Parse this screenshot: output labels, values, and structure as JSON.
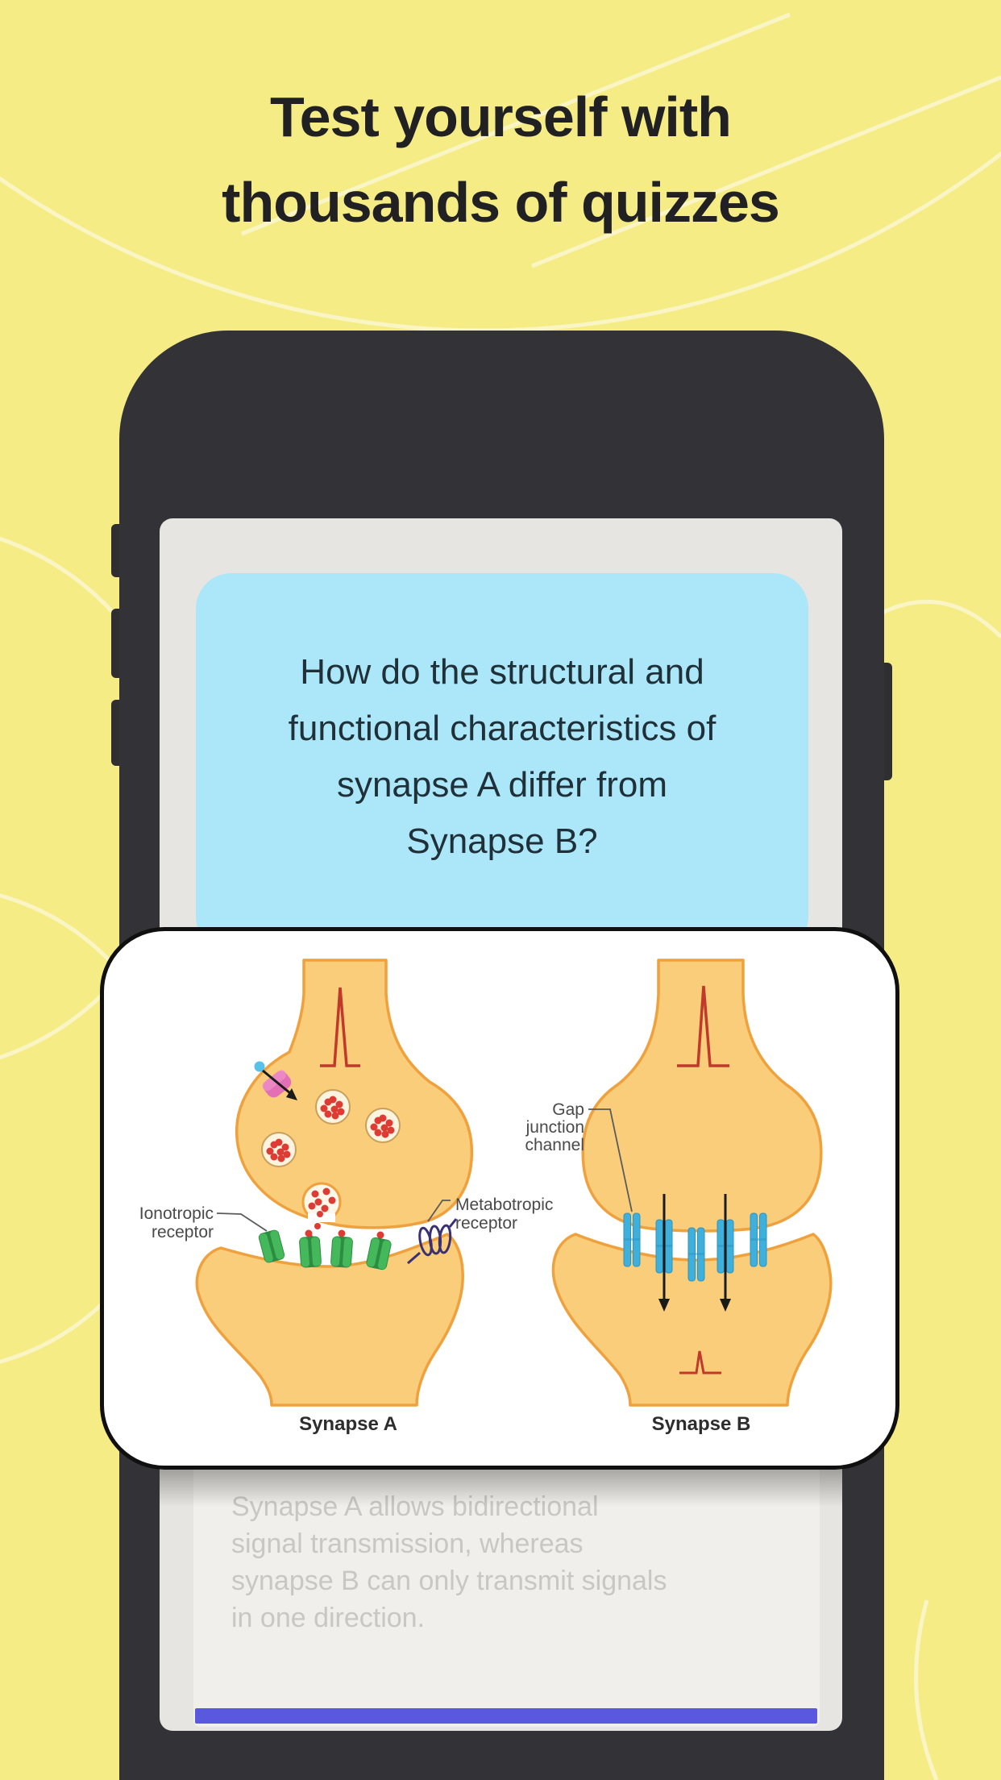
{
  "page": {
    "background_color": "#F5EC85",
    "decorative_line_color": "#FBF7CB"
  },
  "headline": {
    "line1": "Test yourself with",
    "line2_regular": "thousands of ",
    "line2_bold": "quizzes",
    "text_color": "#212124"
  },
  "phone": {
    "frame_color": "#333236",
    "screen_color": "#E7E5E1"
  },
  "quiz_card": {
    "bg_color": "#ABE7F9",
    "text_color": "#1F3038",
    "question_lines": [
      "How do the structural and",
      "functional characteristics of",
      "synapse A differ from",
      "Synapse B?"
    ]
  },
  "diagram_card": {
    "bg_color": "#FFFFFF",
    "border_color": "#101010",
    "labels": {
      "ionotropic_line1": "Ionotropic",
      "ionotropic_line2": "receptor",
      "metabotropic_line1": "Metabotropic",
      "metabotropic_line2": "receptor",
      "gap_line1": "Gap",
      "gap_line2": "junction",
      "gap_line3": "channel",
      "synapse_a_caption": "Synapse A",
      "synapse_b_caption": "Synapse B"
    },
    "colors": {
      "neuron_fill": "#FACD7A",
      "neuron_stroke": "#EFA13D",
      "action_potential_red": "#C0392B",
      "neurotransmitter_red": "#DD3B33",
      "receptor_green": "#44B85A",
      "gap_channel_blue": "#3FB0DC",
      "transporter_pink": "#E36FB5",
      "molecule_cyan": "#56C2EA",
      "metabotropic_navy": "#3A3175",
      "label_gray": "#4A4A4A"
    }
  },
  "answer_panel": {
    "bg_color": "#F0EFEB",
    "text_color": "#C8C7C3",
    "answer_lines": [
      "Synapse A allows bidirectional",
      "signal transmission, whereas",
      "synapse B can only transmit signals",
      "in one direction."
    ],
    "progress_color": "#5A58DF"
  }
}
